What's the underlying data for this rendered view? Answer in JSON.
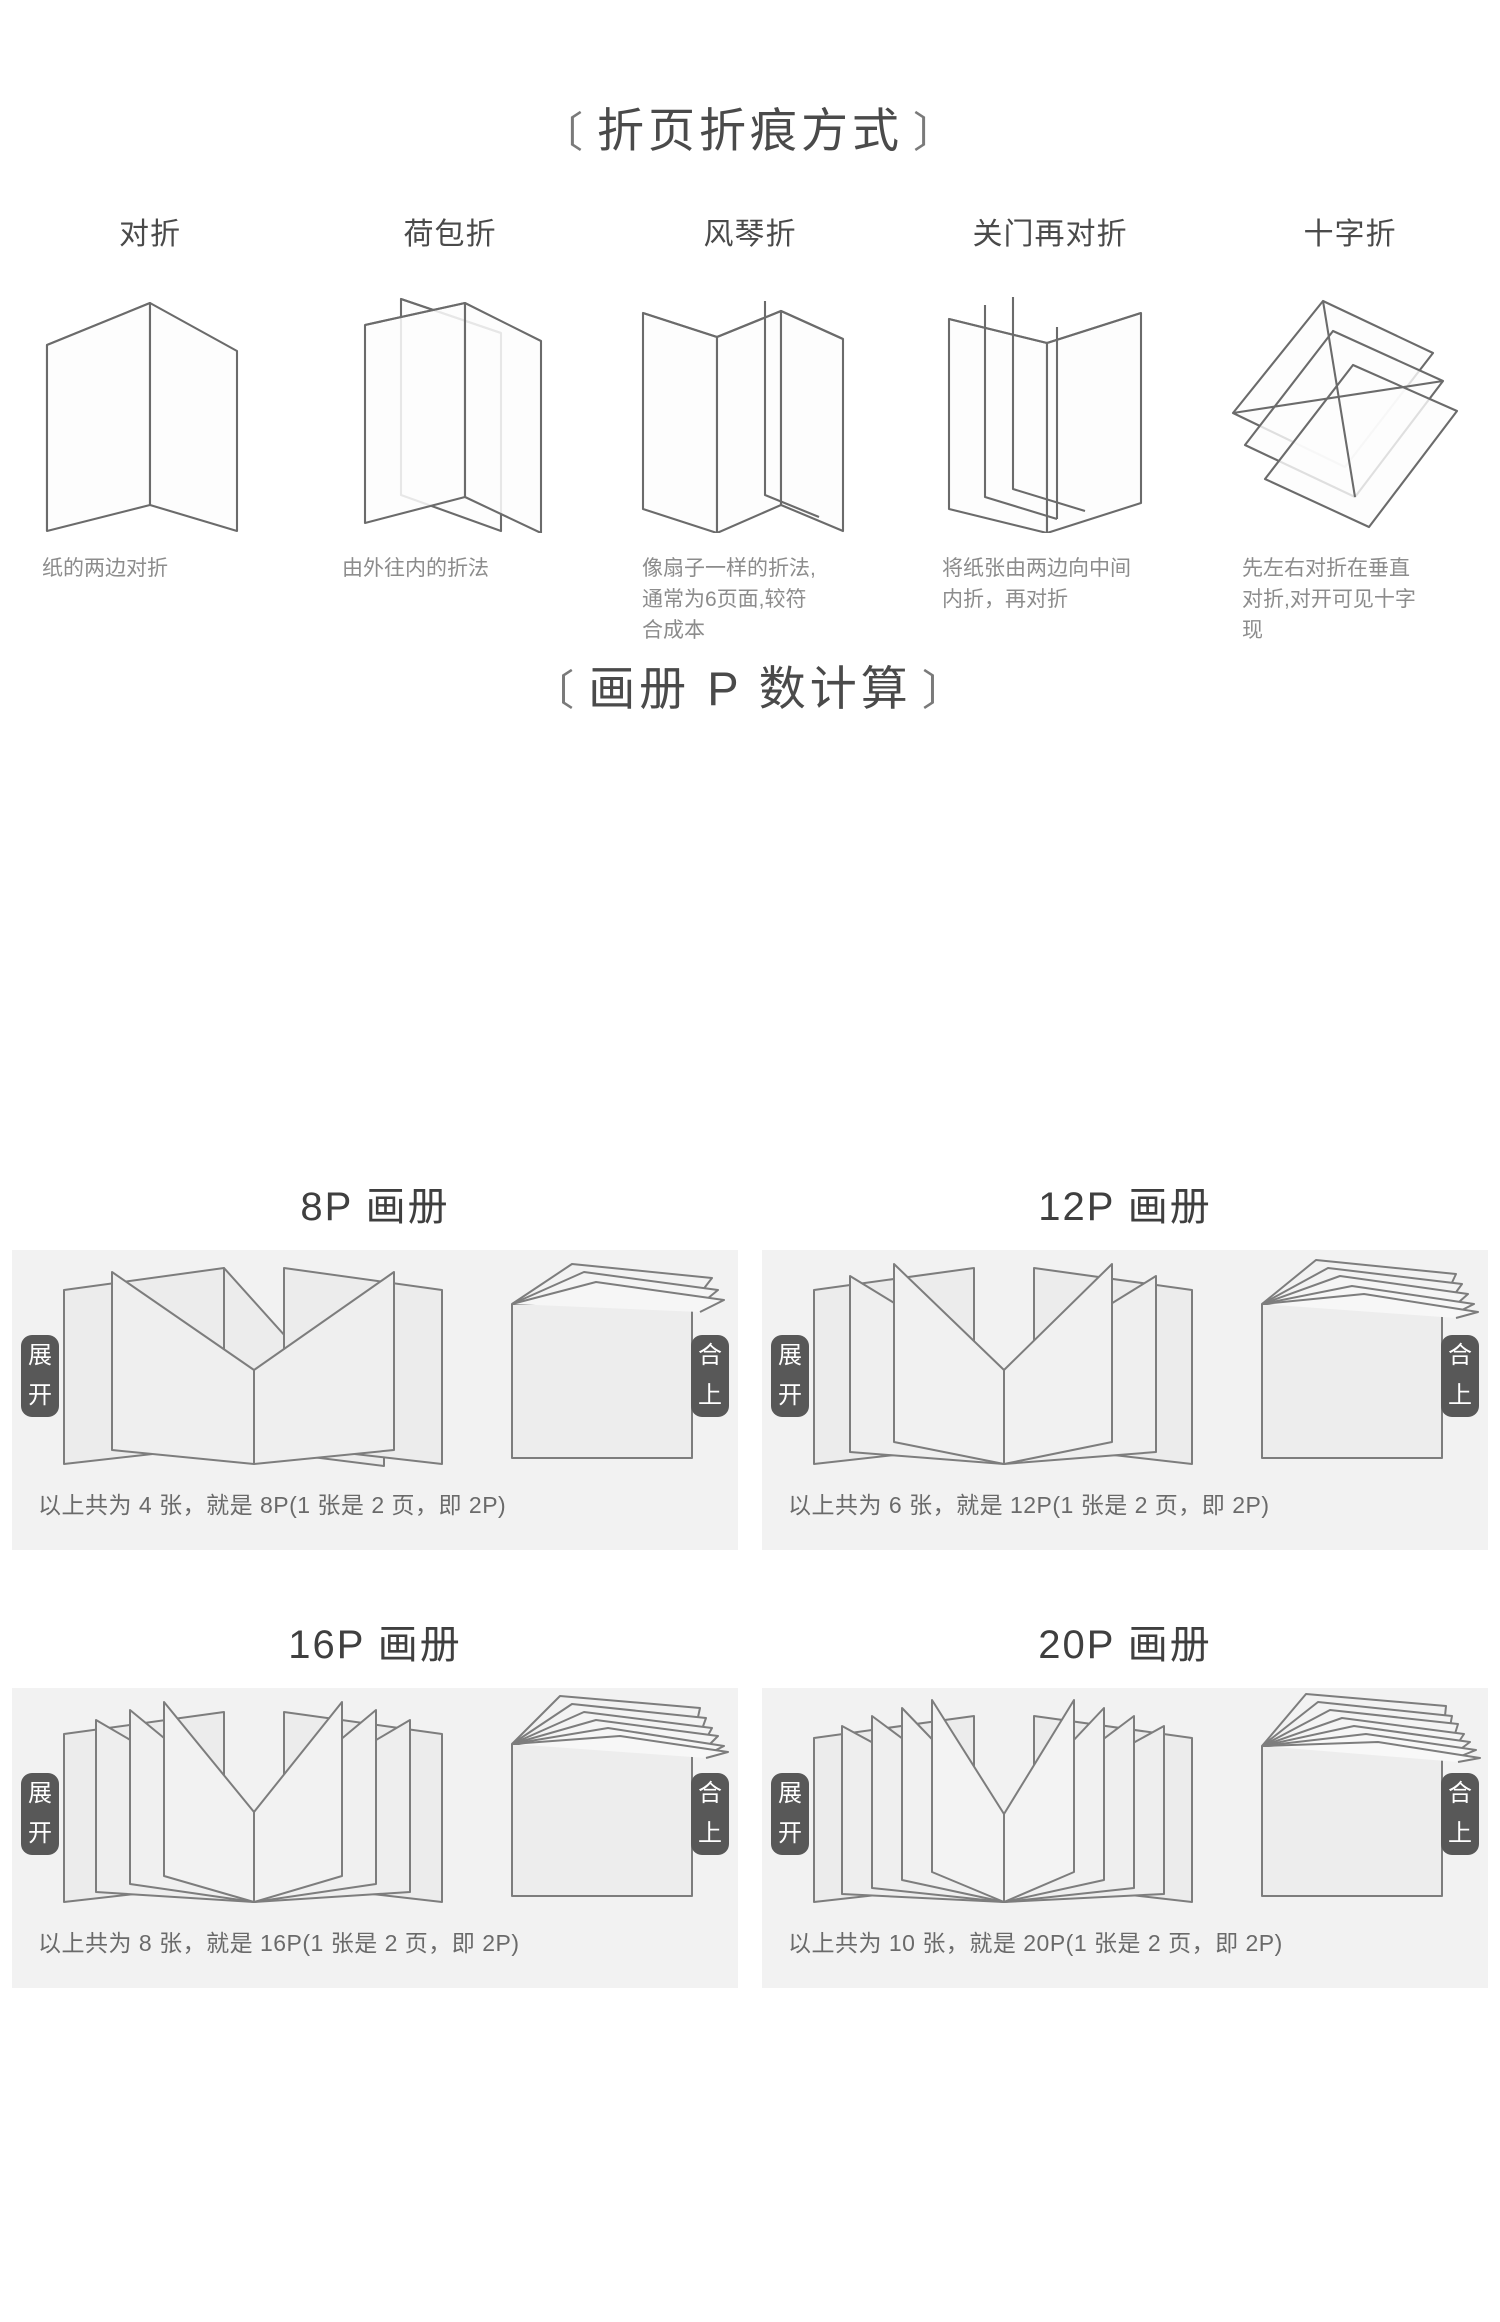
{
  "sections": {
    "fold": {
      "bracket_left": "〔",
      "bracket_right": "〕",
      "title": "折页折痕方式"
    },
    "pcount": {
      "bracket_left": "〔",
      "bracket_right": "〕",
      "title": "画册 P 数计算"
    }
  },
  "fold_types": [
    {
      "label": "对折",
      "desc": "纸的两边对折",
      "icon": "bi-fold-icon"
    },
    {
      "label": "荷包折",
      "desc": "由外往内的折法",
      "icon": "gate-fold-icon"
    },
    {
      "label": "风琴折",
      "desc": "像扇子一样的折法,\n通常为6页面,较符\n合成本",
      "icon": "accordion-fold-icon"
    },
    {
      "label": "关门再对折",
      "desc": "将纸张由两边向中间\n内折，再对折",
      "icon": "closed-gate-fold-icon"
    },
    {
      "label": "十字折",
      "desc": "先左右对折在垂直\n对折,对开可见十字\n现",
      "icon": "cross-fold-icon"
    }
  ],
  "badges": {
    "open_line1": "展",
    "open_line2": "开",
    "closed_line1": "合",
    "closed_line2": "上"
  },
  "booklets": [
    {
      "heading": "8P 画册",
      "caption": "以上共为 4 张，就是 8P(1 张是 2 页，即 2P)",
      "sheets": 4,
      "pages": 8
    },
    {
      "heading": "12P 画册",
      "caption": "以上共为 6 张，就是 12P(1 张是 2 页，即 2P)",
      "sheets": 6,
      "pages": 12
    },
    {
      "heading": "16P 画册",
      "caption": "以上共为 8 张，就是 16P(1 张是 2 页，即 2P)",
      "sheets": 8,
      "pages": 16
    },
    {
      "heading": "20P 画册",
      "caption": "以上共为 10 张，就是 20P(1 张是 2 页，即 2P)",
      "sheets": 10,
      "pages": 20
    }
  ],
  "colors": {
    "page_background": "#ffffff",
    "card_background": "#f2f2f2",
    "badge_background": "#585858",
    "title_text": "#4a4a4a",
    "body_text": "#8c8c8c",
    "line_stroke": "#6b6b6b"
  }
}
